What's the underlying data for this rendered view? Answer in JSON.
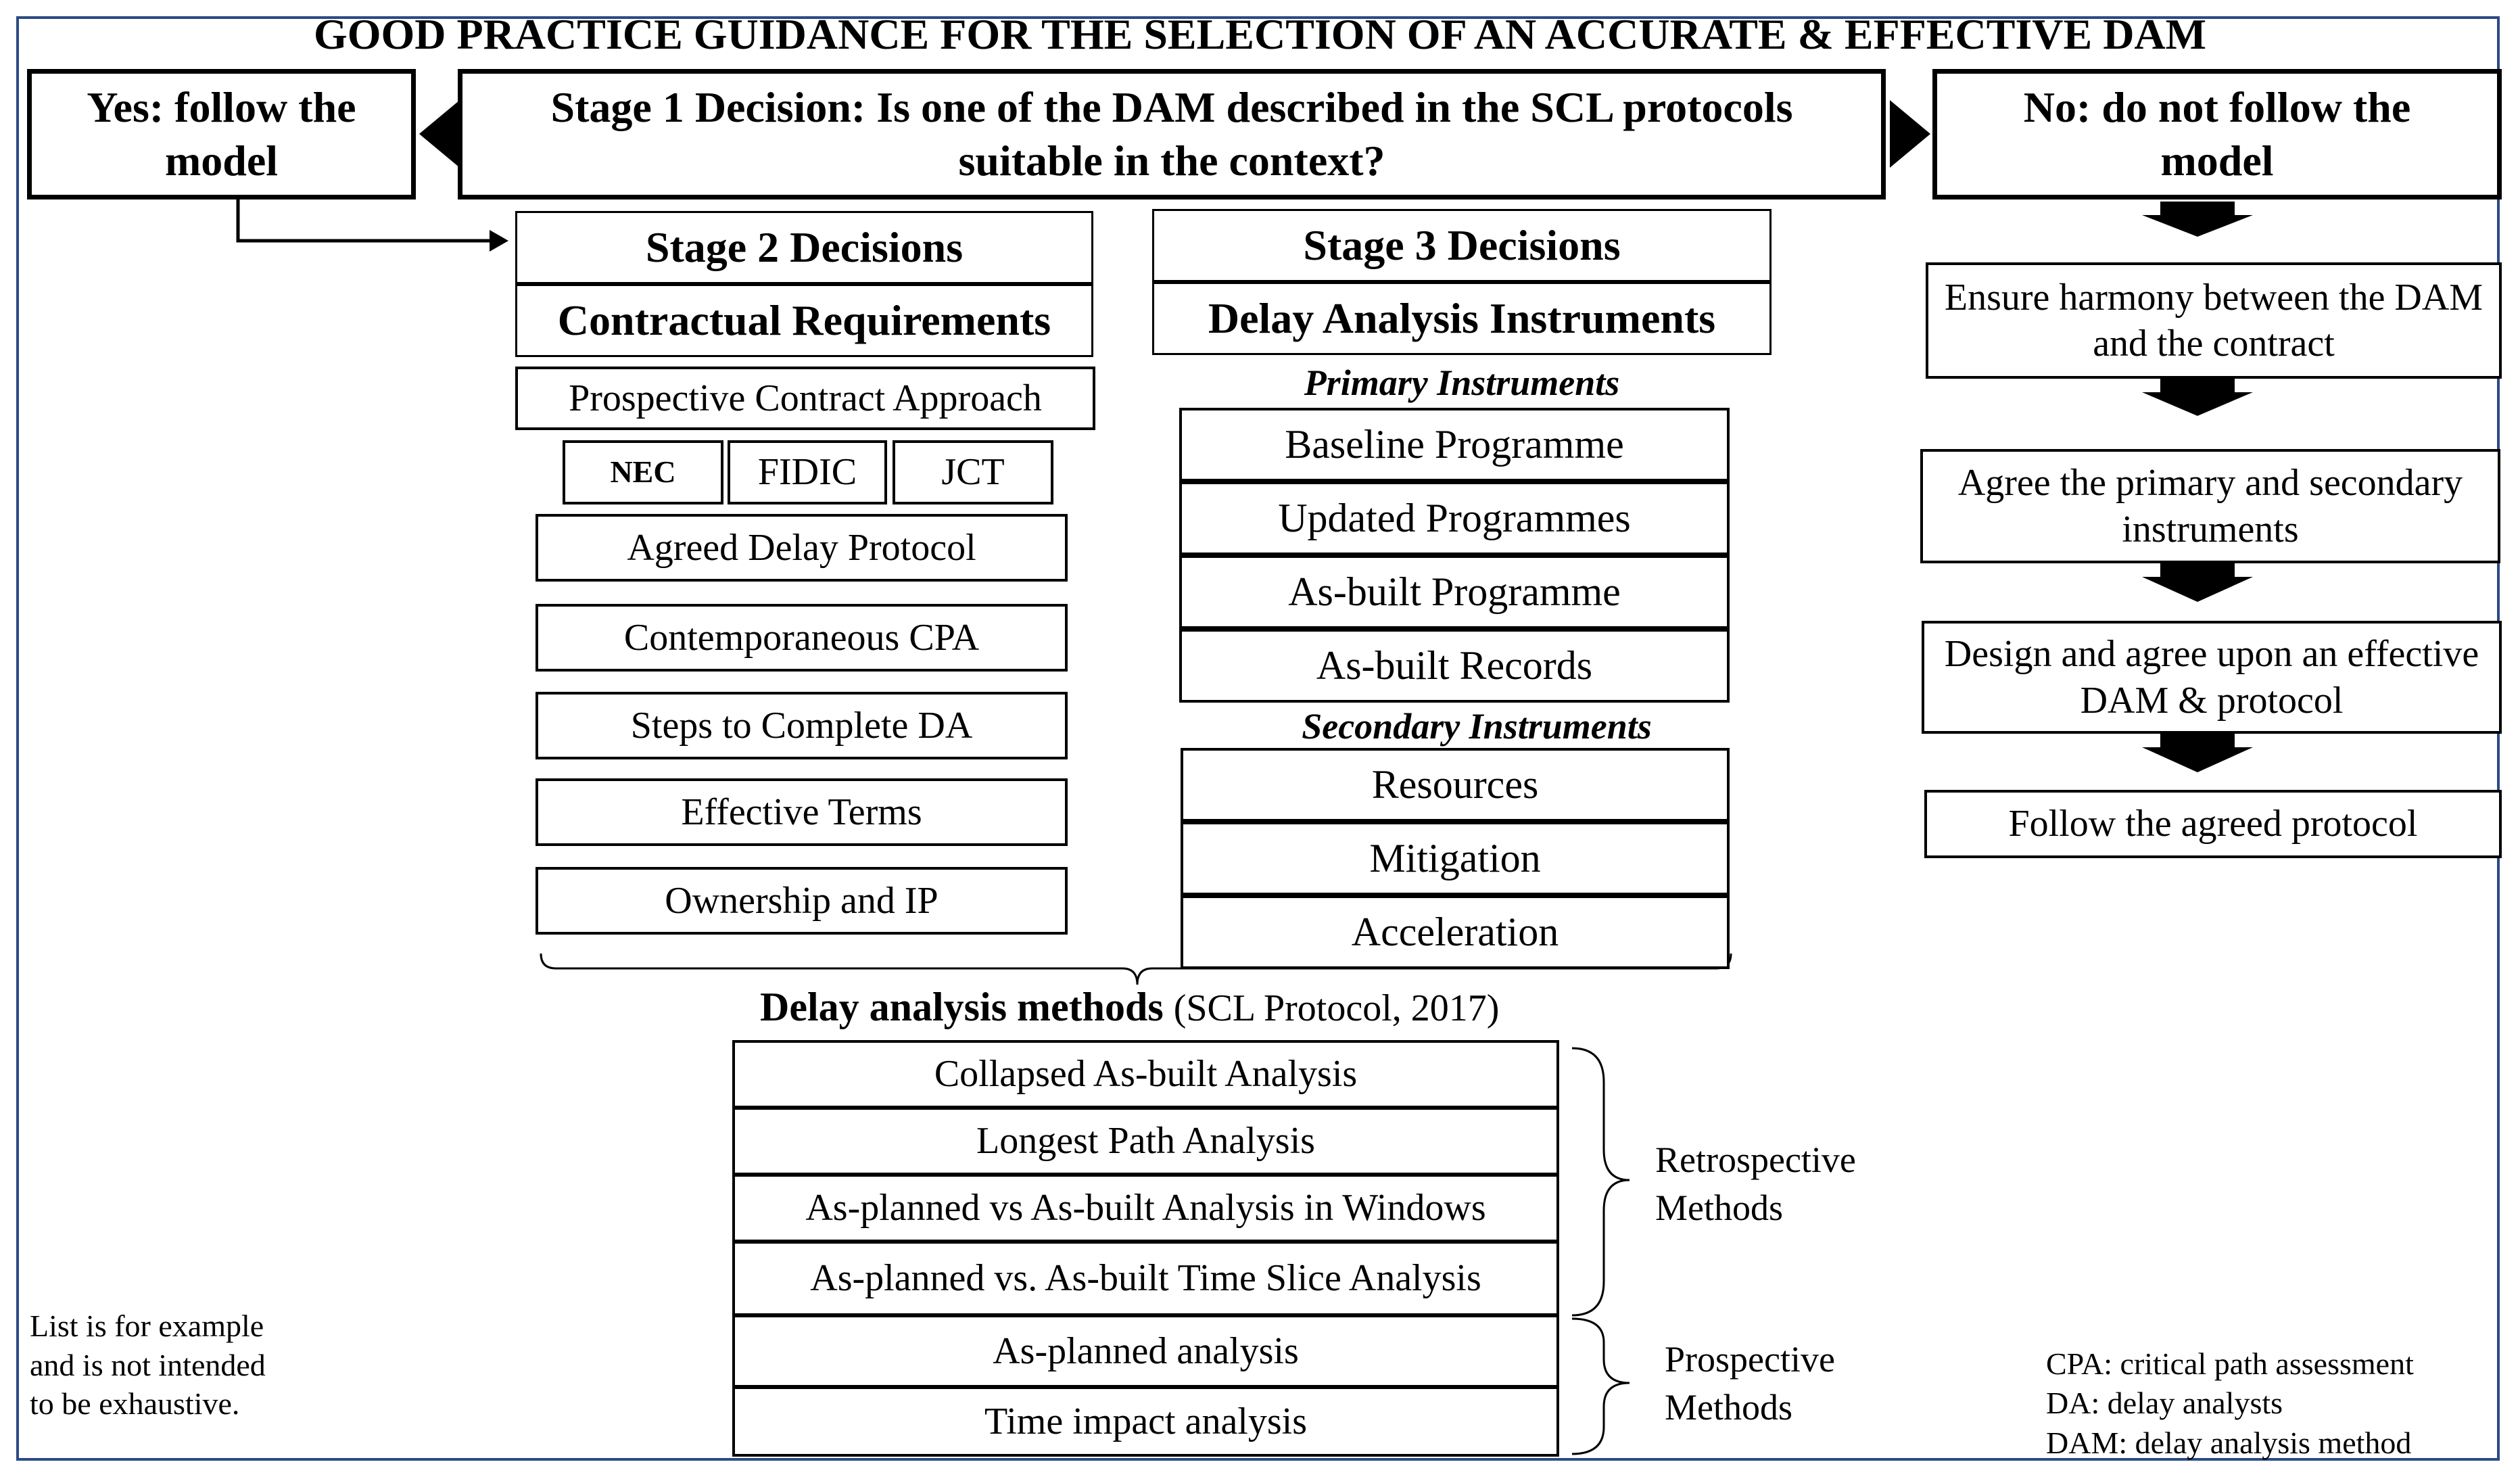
{
  "title": "GOOD PRACTICE GUIDANCE FOR THE SELECTION OF AN ACCURATE & EFFECTIVE DAM",
  "stage1": {
    "question": "Stage 1 Decision: Is one of the DAM described in the SCL protocols suitable in the context?",
    "yes": "Yes: follow the model",
    "no": "No: do not follow the model"
  },
  "stage2": {
    "heading": "Stage 2 Decisions",
    "subheading": "Contractual Requirements",
    "approach": "Prospective Contract Approach",
    "contracts": [
      "NEC",
      "FIDIC",
      "JCT"
    ],
    "items": [
      "Agreed Delay Protocol",
      "Contemporaneous CPA",
      "Steps to Complete DA",
      "Effective Terms",
      "Ownership and IP"
    ]
  },
  "stage3": {
    "heading": "Stage 3 Decisions",
    "subheading": "Delay Analysis Instruments",
    "primary_label": "Primary Instruments",
    "primary": [
      "Baseline Programme",
      "Updated Programmes",
      "As-built Programme",
      "As-built Records"
    ],
    "secondary_label": "Secondary Instruments",
    "secondary": [
      "Resources",
      "Mitigation",
      "Acceleration"
    ]
  },
  "no_path": [
    "Ensure harmony between the DAM and the contract",
    "Agree the primary and secondary instruments",
    "Design and agree upon an effective DAM & protocol",
    "Follow the agreed protocol"
  ],
  "methods": {
    "heading": "Delay analysis methods",
    "source": "(SCL Protocol, 2017)",
    "retrospective": [
      "Collapsed As-built Analysis",
      "Longest Path Analysis",
      "As-planned vs As-built Analysis in Windows",
      "As-planned vs. As-built Time Slice Analysis"
    ],
    "prospective": [
      "As-planned analysis",
      "Time impact analysis"
    ],
    "retrospective_label": "Retrospective Methods",
    "prospective_label": "Prospective Methods"
  },
  "notes": {
    "disclaimer": "List is for example and is not intended to be exhaustive.",
    "abbreviations": [
      "CPA: critical path assessment",
      "DA: delay analysts",
      "DAM: delay analysis method"
    ]
  }
}
